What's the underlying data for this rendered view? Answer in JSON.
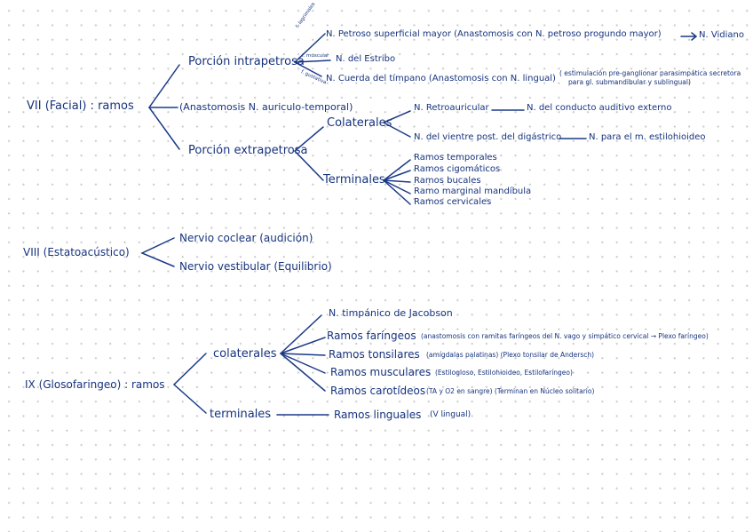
{
  "facial": {
    "root": "VII (Facial) : ramos",
    "intra": {
      "label": "Porción intrapetrosa",
      "sub_labels": [
        "f. lagrimales",
        "f. muscular",
        "f. gustativa"
      ],
      "petroso": "N. Petroso superficial mayor (Anastomosis con N. petroso progundo mayor)",
      "vidiano": "N. Vidiano",
      "estribo": "N. del Estribo",
      "cuerda": "N. Cuerda del tímpano (Anastomosis con N. lingual)",
      "cuerda_note_1": "( estimulación pre-ganglionar parasimpática secretora",
      "cuerda_note_2": "para gl. submandibular y sublingual)"
    },
    "auriculo": "(Anastomosis N. auriculo-temporal)",
    "extra": {
      "label": "Porción extrapetrosa",
      "colaterales": "Colaterales",
      "retroauricular": "N. Retroauricular",
      "conducto": "N. del conducto auditivo externo",
      "digastrico": "N. del vientre post. del digástrico",
      "estilohioideo": "N. para el m. estilohioideo",
      "terminales": "Terminales",
      "ramos": [
        "Ramos temporales",
        "Ramos cigomáticos",
        "Ramos bucales",
        "Ramo marginal mandíbula",
        "Ramos cervicales"
      ]
    }
  },
  "viii": {
    "root": "VIII (Estatoacústico)",
    "coclear": "Nervio coclear (audición)",
    "vestibular": "Nervio vestibular (Equilibrio)"
  },
  "ix": {
    "root": "IX (Glosofaringeo) : ramos",
    "colaterales": "colaterales",
    "terminales": "terminales",
    "timpanico": "N. timpánico de Jacobson",
    "faringeos": "Ramos faríngeos",
    "faringeos_note": "(anastomosis con ramitas faríngeos del N. vago y simpático cervical → Plexo faríngeo)",
    "tonsilares": "Ramos tonsilares",
    "tonsilares_note": "(amígdalas palatinas) (Plexo tonsilar de Andersch)",
    "musculares": "Ramos musculares",
    "musculares_note": "(Estilogloso, Estilohioideo, Estilofaríngeo)",
    "carotideos": "Ramos carotídeos",
    "carotideos_note": "(TA y O2 en sangre) (Terminan en Núcleo solitario)",
    "linguales": "Ramos linguales",
    "linguales_note": "(V lingual)"
  },
  "colors": {
    "ink": "#16337e",
    "background": "#ffffff",
    "dot_grid": "#c9c9c9"
  }
}
